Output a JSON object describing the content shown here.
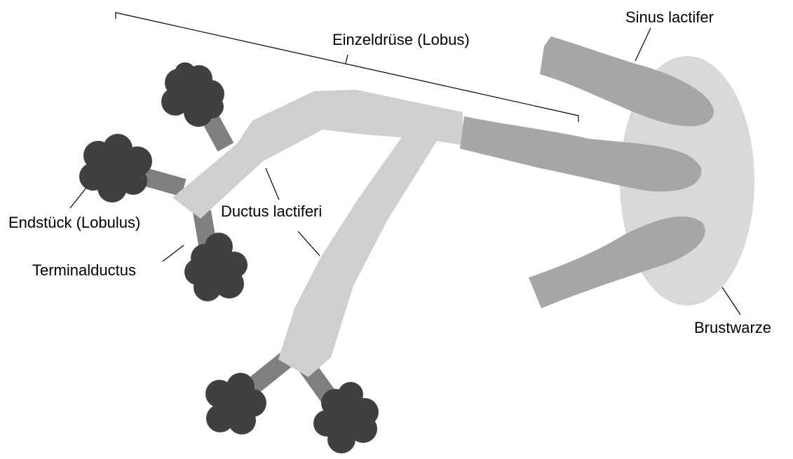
{
  "labels": {
    "lobus": "Einzeldrüse (Lobus)",
    "sinus": "Sinus lactifer",
    "ductus": "Ductus lactiferi",
    "endstueck": "Endstück (Lobulus)",
    "terminal": "Terminalductus",
    "brustwarze": "Brustwarze"
  },
  "colors": {
    "nipple": "#d9d9d9",
    "sinus": "#a6a6a6",
    "ductus": "#cfcfcf",
    "terminal_ductus": "#7f7f7f",
    "lobulus": "#404040",
    "leader_line": "#000000"
  }
}
